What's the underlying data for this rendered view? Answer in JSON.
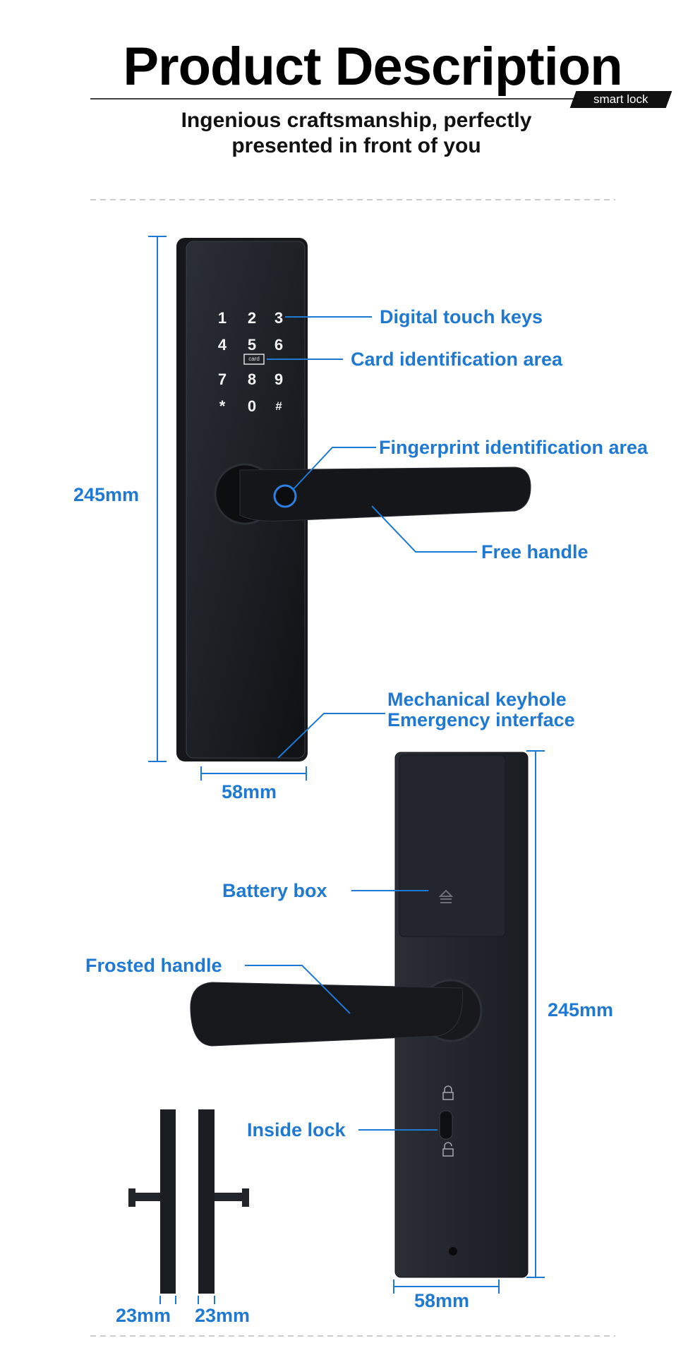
{
  "header": {
    "title": "Product Description",
    "tag": "smart lock",
    "subtitle_line1": "Ingenious craftsmanship, perfectly",
    "subtitle_line2": "presented in front of you"
  },
  "front_view": {
    "keypad": [
      "1",
      "2",
      "3",
      "4",
      "5",
      "6",
      "7",
      "8",
      "9",
      "*",
      "0",
      "#"
    ],
    "card_badge": "card",
    "labels": {
      "digital_keys": "Digital touch keys",
      "card_area": "Card identification area",
      "fingerprint_area": "Fingerprint identification area",
      "free_handle": "Free handle",
      "keyhole": "Mechanical keyhole",
      "emergency": "Emergency interface"
    },
    "height": "245mm",
    "width": "58mm"
  },
  "back_view": {
    "labels": {
      "battery_box": "Battery box",
      "frosted_handle": "Frosted handle",
      "inside_lock": "Inside lock"
    },
    "height": "245mm",
    "width": "58mm"
  },
  "side_view": {
    "thickness_left": "23mm",
    "thickness_right": "23mm"
  },
  "colors": {
    "accent": "#1f78d1",
    "lock_body": "#1c1f24"
  }
}
